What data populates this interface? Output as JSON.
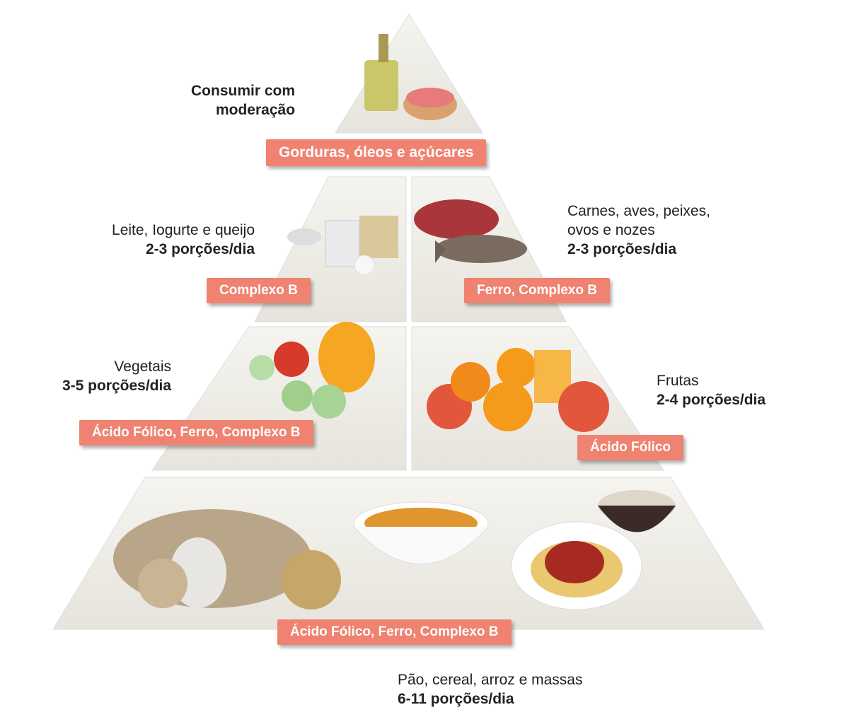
{
  "title_note": {
    "line1": "Consumir com",
    "line2": "moderação"
  },
  "tiers": {
    "top": {
      "badge": "Gorduras, óleos e açúcares"
    },
    "dairy": {
      "name": "Leite, Iogurte e queijo",
      "servings": "2-3 porções/dia",
      "badge": "Complexo B"
    },
    "protein": {
      "name1": "Carnes, aves, peixes,",
      "name2": "ovos e nozes",
      "servings": "2-3 porções/dia",
      "badge": "Ferro, Complexo B"
    },
    "vegetables": {
      "name": "Vegetais",
      "servings": "3-5 porções/dia",
      "badge": "Ácido Fólico, Ferro, Complexo B"
    },
    "fruits": {
      "name": "Frutas",
      "servings": "2-4 porções/dia",
      "badge": "Ácido Fólico"
    },
    "grains": {
      "name": "Pão, cereal, arroz e massas",
      "servings": "6-11 porções/dia",
      "badge": "Ácido Fólico, Ferro, Complexo B"
    }
  },
  "colors": {
    "badge": "#ef8270",
    "tier": "#eceae3"
  }
}
